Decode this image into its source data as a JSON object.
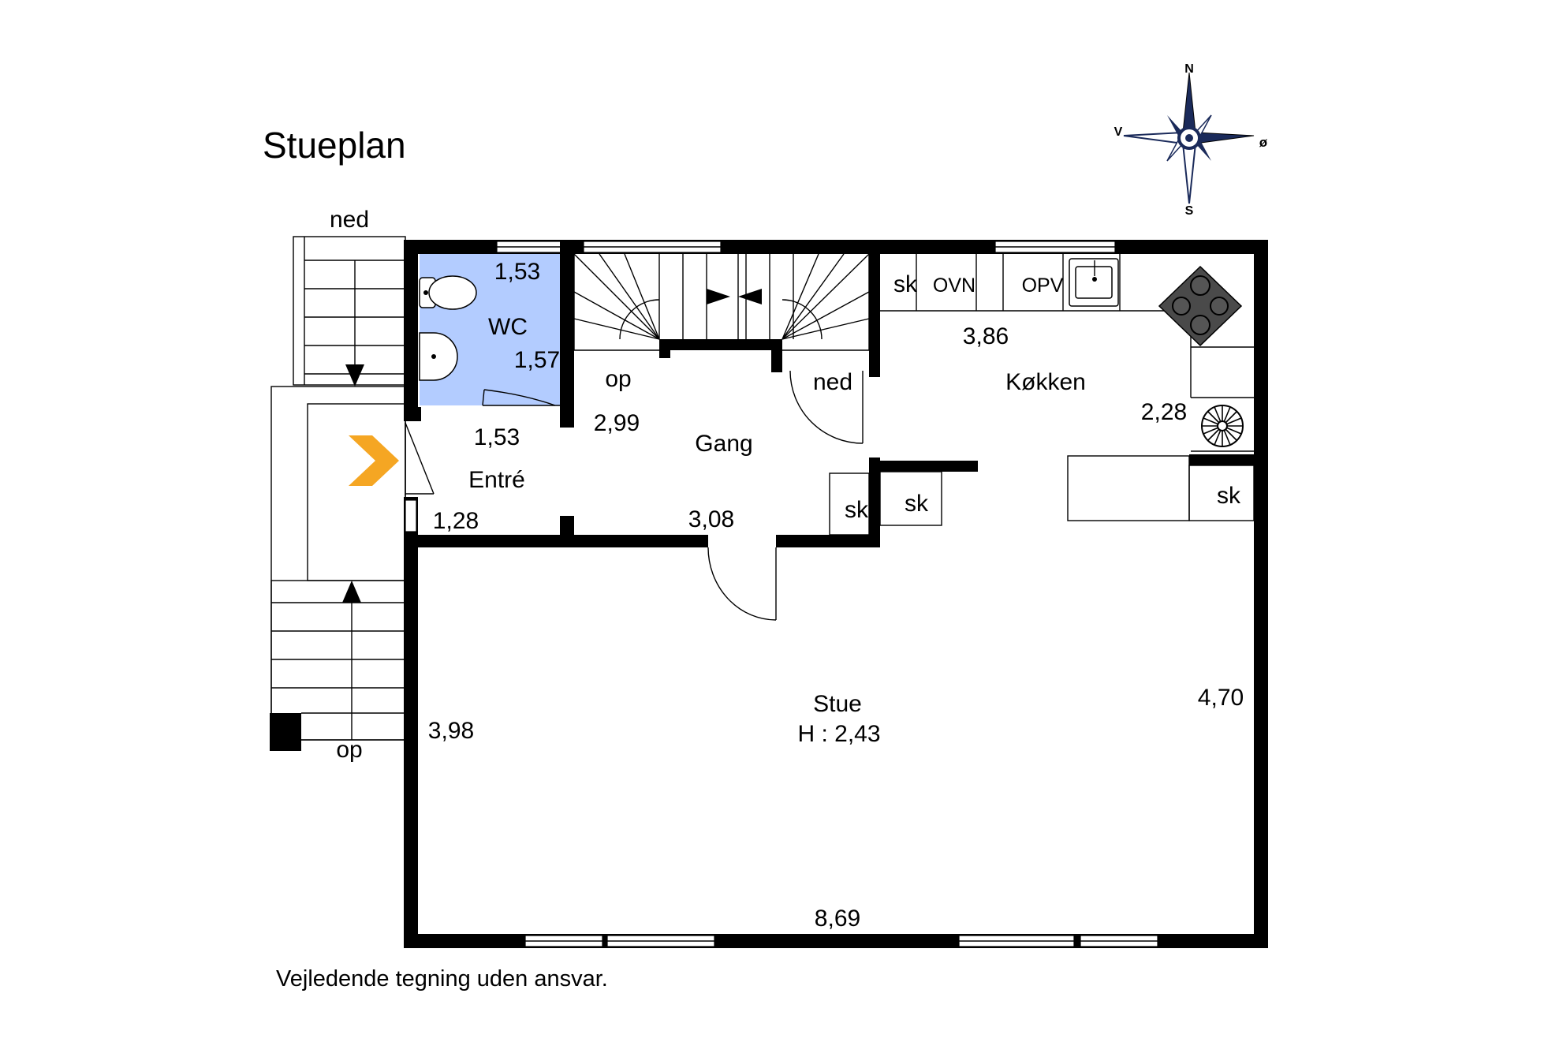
{
  "title": "Stueplan",
  "disclaimer": "Vejledende tegning uden ansvar.",
  "compass": {
    "n": "N",
    "s": "S",
    "e": "ø",
    "w": "V"
  },
  "colors": {
    "wc_fill": "#b3ccff",
    "entrance_arrow": "#f5a623",
    "wall": "#000000"
  },
  "stairs": {
    "top_label": "ned",
    "bottom_label": "op"
  },
  "rooms": {
    "wc": {
      "name": "WC",
      "dim_top": "1,53",
      "dim_right": "1,57"
    },
    "entre": {
      "name": "Entré",
      "dim_top": "1,53",
      "dim_bottom": "1,28"
    },
    "gang": {
      "name": "Gang",
      "dim_left": "2,99",
      "dim_bottom": "3,08",
      "stair_up": "op",
      "stair_down": "ned"
    },
    "kokken": {
      "name": "Køkken",
      "dim_width": "3,86",
      "dim_right": "2,28",
      "sk1": "sk",
      "ovn": "OVN",
      "opv": "OPV",
      "sk2": "sk"
    },
    "closets": {
      "sk_a": "sk",
      "sk_b": "sk"
    },
    "stue": {
      "name": "Stue",
      "height": "H : 2,43",
      "dim_left": "3,98",
      "dim_right": "4,70",
      "dim_bottom": "8,69"
    }
  }
}
